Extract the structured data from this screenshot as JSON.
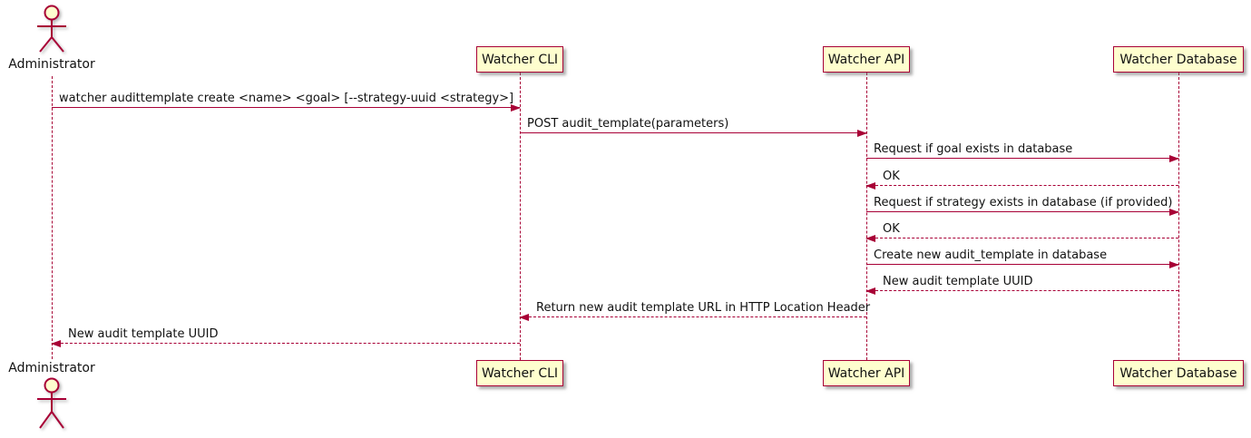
{
  "diagram_type": "sequence",
  "colors": {
    "participant_fill": "#FEFECE",
    "line_stroke": "#A80036",
    "text": "#111111",
    "background": "#FFFFFF"
  },
  "actor": {
    "name": "Administrator"
  },
  "participants": [
    {
      "label": "Watcher CLI"
    },
    {
      "label": "Watcher API"
    },
    {
      "label": "Watcher Database"
    }
  ],
  "messages": [
    {
      "text": "watcher audittemplate create <name> <goal> [--strategy-uuid <strategy>]",
      "from": "Administrator",
      "to": "Watcher CLI",
      "line": "solid"
    },
    {
      "text": "POST audit_template(parameters)",
      "from": "Watcher CLI",
      "to": "Watcher API",
      "line": "solid"
    },
    {
      "text": "Request if goal exists in database",
      "from": "Watcher API",
      "to": "Watcher Database",
      "line": "solid"
    },
    {
      "text": "OK",
      "from": "Watcher Database",
      "to": "Watcher API",
      "line": "dashed"
    },
    {
      "text": "Request if strategy exists in database (if provided)",
      "from": "Watcher API",
      "to": "Watcher Database",
      "line": "solid"
    },
    {
      "text": "OK",
      "from": "Watcher Database",
      "to": "Watcher API",
      "line": "dashed"
    },
    {
      "text": "Create new audit_template in database",
      "from": "Watcher API",
      "to": "Watcher Database",
      "line": "solid"
    },
    {
      "text": "New audit template UUID",
      "from": "Watcher Database",
      "to": "Watcher API",
      "line": "dashed"
    },
    {
      "text": "Return new audit template URL in HTTP Location Header",
      "from": "Watcher API",
      "to": "Watcher CLI",
      "line": "dashed"
    },
    {
      "text": "New audit template UUID",
      "from": "Watcher CLI",
      "to": "Administrator",
      "line": "dashed"
    }
  ]
}
